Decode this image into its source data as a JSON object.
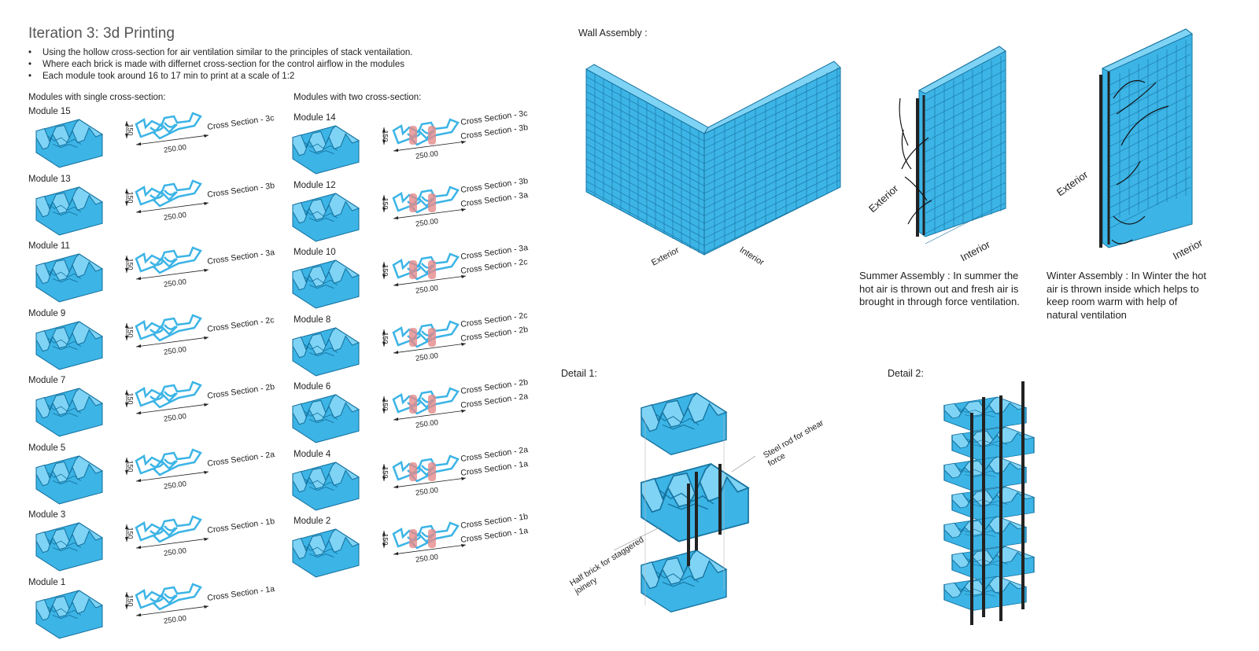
{
  "header": {
    "title": "Iteration 3: 3d Printing",
    "bullets": [
      "Using the hollow cross-section for air ventilation similar to the principles of stack ventailation.",
      "Where each brick is made with differnet cross-section for the control airflow in the modules",
      "Each module took around 16 to 17 min to print at a scale of 1:2"
    ]
  },
  "single": {
    "heading": "Modules with single cross-section:",
    "modules": [
      {
        "name": "Module 15",
        "section": "Cross Section - 3c"
      },
      {
        "name": "Module 13",
        "section": "Cross Section - 3b"
      },
      {
        "name": "Module 11",
        "section": "Cross Section - 3a"
      },
      {
        "name": "Module 9",
        "section": "Cross Section - 2c"
      },
      {
        "name": "Module 7",
        "section": "Cross Section - 2b"
      },
      {
        "name": "Module 5",
        "section": "Cross Section - 2a"
      },
      {
        "name": "Module 3",
        "section": "Cross Section - 1b"
      },
      {
        "name": "Module 1",
        "section": "Cross Section - 1a"
      }
    ]
  },
  "double": {
    "heading": "Modules with two cross-section:",
    "modules": [
      {
        "name": "Module 14",
        "section_a": "Cross Section - 3c",
        "section_b": "Cross Section - 3b"
      },
      {
        "name": "Module 12",
        "section_a": "Cross Section - 3b",
        "section_b": "Cross Section - 3a"
      },
      {
        "name": "Module 10",
        "section_a": "Cross Section - 3a",
        "section_b": "Cross Section - 2c"
      },
      {
        "name": "Module 8",
        "section_a": "Cross Section - 2c",
        "section_b": "Cross Section - 2b"
      },
      {
        "name": "Module 6",
        "section_a": "Cross Section - 2b",
        "section_b": "Cross Section - 2a"
      },
      {
        "name": "Module 4",
        "section_a": "Cross Section - 2a",
        "section_b": "Cross Section - 1a"
      },
      {
        "name": "Module 2",
        "section_a": "Cross Section - 1b",
        "section_b": "Cross Section - 1a"
      }
    ]
  },
  "dims": {
    "width": "250.00",
    "height": "150"
  },
  "wall": {
    "heading": "Wall Assembly :",
    "exterior": "Exterior",
    "interior": "Interior"
  },
  "summer": {
    "exterior": "Exterior",
    "interior": "Interior",
    "caption": "Summer Assembly : In summer the hot air is thrown out and fresh air is brought in through force ventilation."
  },
  "winter": {
    "exterior": "Exterior",
    "interior": "Interior",
    "caption": "Winter Assembly : In Winter the hot air is thrown inside which helps to keep room warm with help of natural ventilation"
  },
  "detail1": {
    "heading": "Detail 1:",
    "rod_label": "Steel rod for shear force",
    "half_label": "Half brick for staggered joinery"
  },
  "detail2": {
    "heading": "Detail 2:"
  },
  "colors": {
    "brick": "#3cb4e6",
    "brick_dark": "#16739f",
    "insert": "#e58a8a"
  }
}
